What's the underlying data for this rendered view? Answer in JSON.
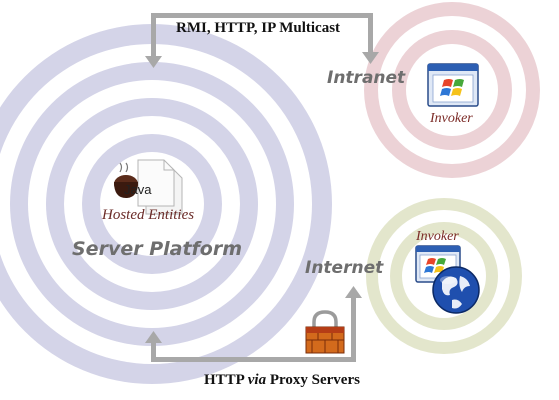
{
  "labels": {
    "top_protocols": "RMI, HTTP, IP Multicast",
    "bottom_protocols_prefix": "HTTP",
    "bottom_protocols_via": "via",
    "bottom_protocols_suffix": "Proxy Servers",
    "intranet": "Intranet",
    "internet": "Internet",
    "server_platform": "Server Platform",
    "hosted_entities": "Hosted Entities",
    "java": "Java",
    "invoker_intranet": "Invoker",
    "invoker_internet": "Invoker"
  },
  "icons": {
    "server": "java-coffee-documents-icon",
    "intranet_invoker": "windows-app-icon",
    "internet_invoker": "windows-globe-icon",
    "firewall": "padlock-firewall-icon"
  },
  "colors": {
    "server_rings": "#d4d4e8",
    "intranet_rings": "#ecd2d6",
    "internet_rings": "#e3e6cc",
    "arrow": "#a8a8a8",
    "zone_label": "#6e6e6e",
    "invoker_text": "#7b2a26"
  }
}
